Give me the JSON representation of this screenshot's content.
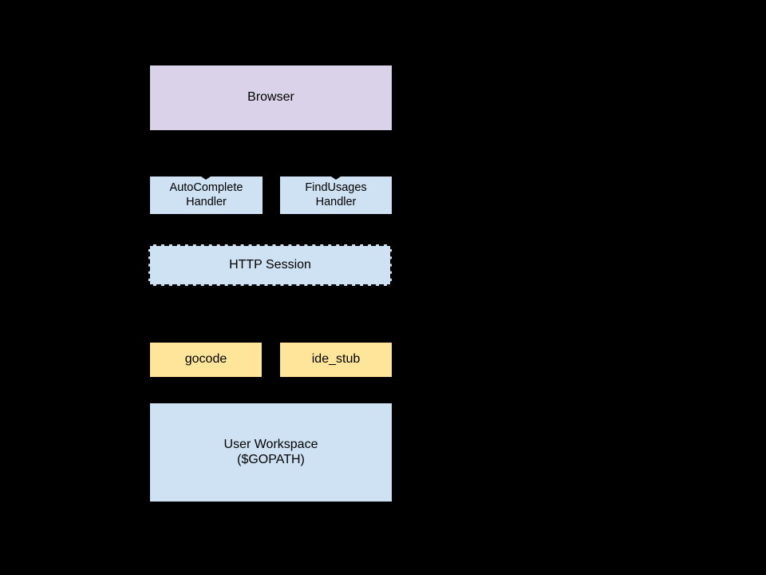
{
  "background_color": "#000000",
  "palette": {
    "browser_fill": "#d9d2e9",
    "blue_fill": "#cfe2f3",
    "yellow_fill": "#ffe599",
    "text_color": "#000000",
    "http_session_border": "#000000 dashed"
  },
  "nodes": {
    "browser": {
      "label": "Browser"
    },
    "autocomplete_handler": {
      "label": "AutoComplete\nHandler"
    },
    "findusages_handler": {
      "label": "FindUsages\nHandler"
    },
    "http_session": {
      "label": "HTTP Session"
    },
    "gocode": {
      "label": "gocode"
    },
    "ide_stub": {
      "label": "ide_stub"
    },
    "user_workspace": {
      "label": "User Workspace\n($GOPATH)"
    }
  }
}
